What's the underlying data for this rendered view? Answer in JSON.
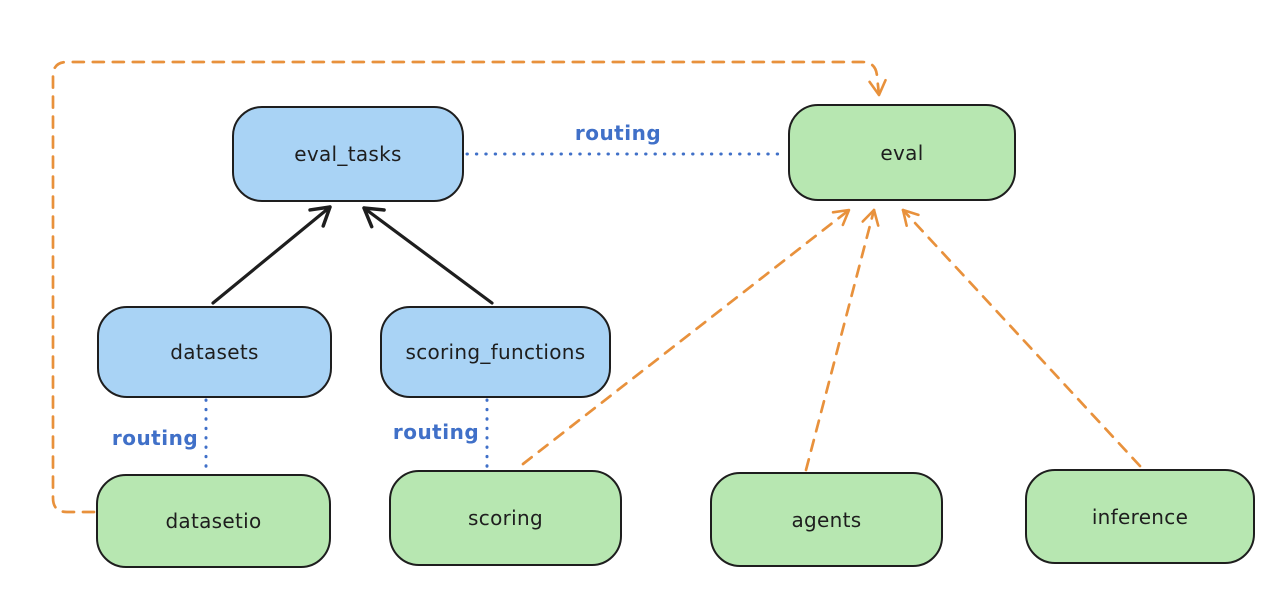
{
  "diagram": {
    "colors": {
      "background": "#ffffff",
      "node_stroke": "#1e1e1e",
      "blue_node_fill": "#a9d3f5",
      "green_node_fill": "#b7e7b1",
      "routing_line_blue": "#4070c8",
      "orange_dashed_arrow": "#e8913c",
      "black_solid_arrow": "#1e1e1e"
    },
    "nodes": [
      {
        "id": "eval_tasks",
        "label": "eval_tasks",
        "color": "blue"
      },
      {
        "id": "eval",
        "label": "eval",
        "color": "green"
      },
      {
        "id": "datasets",
        "label": "datasets",
        "color": "blue"
      },
      {
        "id": "scoring_functions",
        "label": "scoring_functions",
        "color": "blue"
      },
      {
        "id": "datasetio",
        "label": "datasetio",
        "color": "green"
      },
      {
        "id": "scoring",
        "label": "scoring",
        "color": "green"
      },
      {
        "id": "agents",
        "label": "agents",
        "color": "green"
      },
      {
        "id": "inference",
        "label": "inference",
        "color": "green"
      }
    ],
    "edges": [
      {
        "from": "datasets",
        "to": "eval_tasks",
        "style": "solid-black-arrow"
      },
      {
        "from": "scoring_functions",
        "to": "eval_tasks",
        "style": "solid-black-arrow"
      },
      {
        "from": "eval_tasks",
        "to": "eval",
        "style": "dotted-blue-line",
        "label": "routing"
      },
      {
        "from": "datasets",
        "to": "datasetio",
        "style": "dotted-blue-line",
        "label": "routing"
      },
      {
        "from": "scoring_functions",
        "to": "scoring",
        "style": "dotted-blue-line",
        "label": "routing"
      },
      {
        "from": "datasetio",
        "to": "eval",
        "style": "dashed-orange-arrow"
      },
      {
        "from": "scoring",
        "to": "eval",
        "style": "dashed-orange-arrow"
      },
      {
        "from": "agents",
        "to": "eval",
        "style": "dashed-orange-arrow"
      },
      {
        "from": "inference",
        "to": "eval",
        "style": "dashed-orange-arrow"
      }
    ]
  }
}
